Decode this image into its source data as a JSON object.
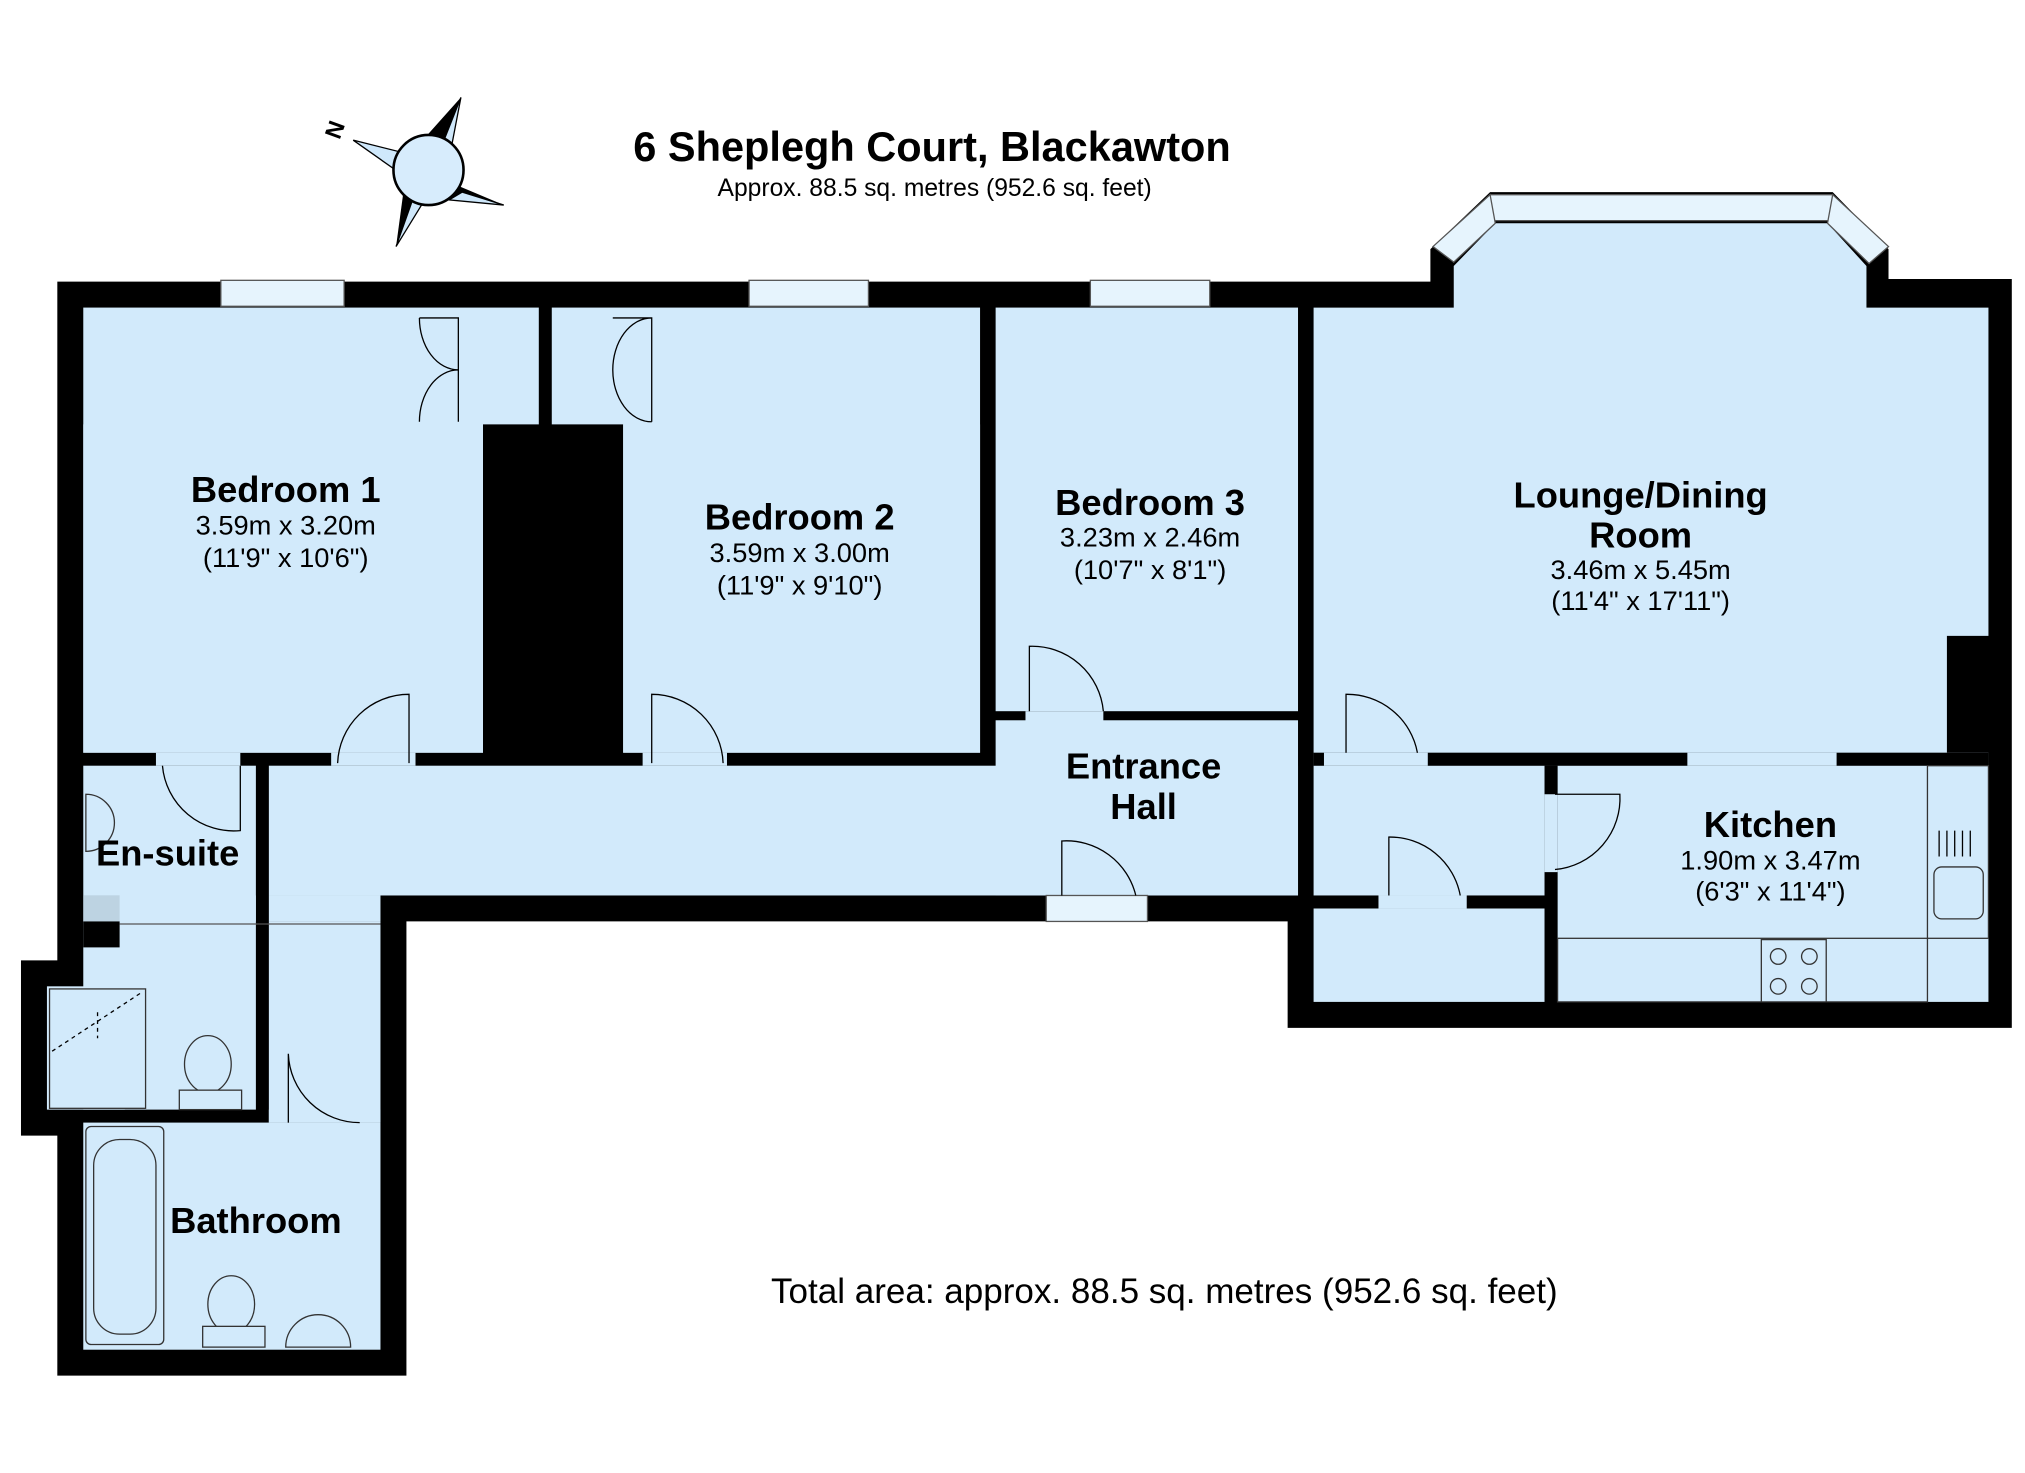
{
  "header": {
    "title": "6 Sheplegh Court, Blackawton",
    "subtitle": "Approx. 88.5 sq. metres (952.6 sq. feet)"
  },
  "compass": {
    "label": "N"
  },
  "rooms": [
    {
      "name": "Bedroom 1",
      "metric": "3.59m x 3.20m",
      "imperial": "(11'9\" x 10'6\")"
    },
    {
      "name": "Bedroom 2",
      "metric": "3.59m x 3.00m",
      "imperial": "(11'9\" x 9'10\")"
    },
    {
      "name": "Bedroom 3",
      "metric": "3.23m x 2.46m",
      "imperial": "(10'7\" x 8'1\")"
    },
    {
      "name_line1": "Lounge/Dining",
      "name_line2": "Room",
      "metric": "3.46m x 5.45m",
      "imperial": "(11'4\" x 17'11\")"
    },
    {
      "name": "Kitchen",
      "metric": "1.90m x 3.47m",
      "imperial": "(6'3\" x 11'4\")"
    },
    {
      "name_line1": "Entrance",
      "name_line2": "Hall"
    },
    {
      "name": "En-suite"
    },
    {
      "name": "Bathroom"
    }
  ],
  "footer": {
    "total": "Total area: approx. 88.5 sq. metres (952.6 sq. feet)"
  },
  "colors": {
    "floor": "#d2eafb",
    "wall": "#000000"
  }
}
